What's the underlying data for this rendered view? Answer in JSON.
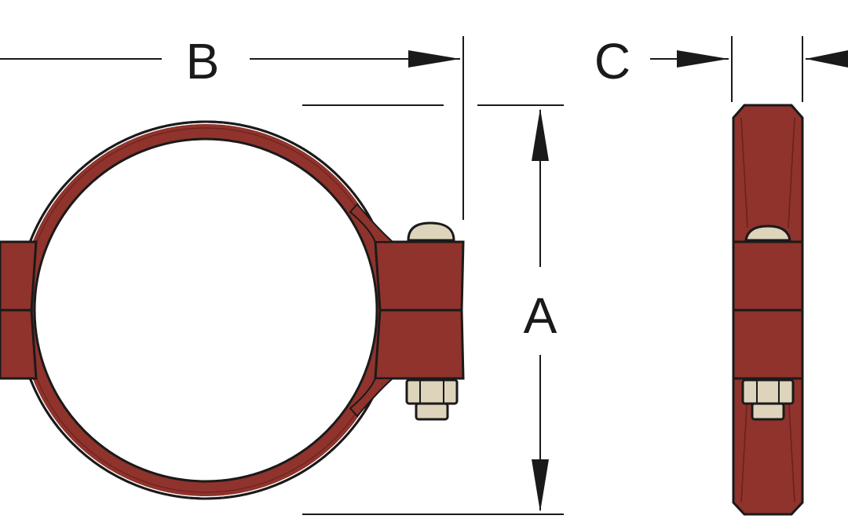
{
  "dimensions": {
    "a": {
      "label": "A"
    },
    "b": {
      "label": "B"
    },
    "c": {
      "label": "C"
    }
  },
  "colors": {
    "body": "#8f332c",
    "body_inner": "#9a3a31",
    "hardware": "#ddd4bb",
    "outline": "#1a1a1a",
    "dim_line": "#1a1a1a"
  },
  "icons": {
    "arrowhead": "filled-triangle-arrow"
  }
}
